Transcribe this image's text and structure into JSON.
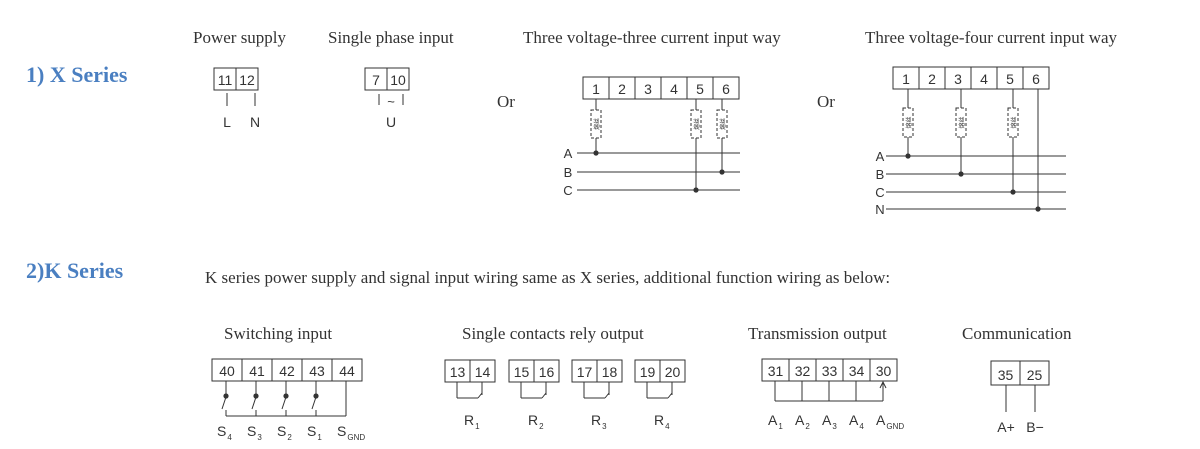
{
  "x_series": {
    "heading": "1) X Series",
    "or_1": "Or",
    "or_2": "Or",
    "power_supply": {
      "caption": "Power supply",
      "terminals": [
        "11",
        "12"
      ],
      "labels": [
        "L",
        "N"
      ]
    },
    "single_phase": {
      "caption": "Single phase input",
      "terminals": [
        "7",
        "10"
      ],
      "symbol": "~",
      "label": "U"
    },
    "three_v_three_c": {
      "caption": "Three voltage-three current input way",
      "terminals": [
        "1",
        "2",
        "3",
        "4",
        "5",
        "6"
      ],
      "lines": [
        "A",
        "B",
        "C"
      ],
      "fuse_label": "熔丝"
    },
    "three_v_four_c": {
      "caption": "Three voltage-four current input way",
      "terminals": [
        "1",
        "2",
        "3",
        "4",
        "5",
        "6"
      ],
      "lines": [
        "A",
        "B",
        "C",
        "N"
      ],
      "fuse_label": "熔丝"
    }
  },
  "k_series": {
    "heading": "2)K Series",
    "description": "K series power supply and signal input wiring same as X series, additional function wiring as below:",
    "switching_input": {
      "caption": "Switching input",
      "terminals": [
        "40",
        "41",
        "42",
        "43",
        "44"
      ],
      "labels": [
        [
          "S",
          "4"
        ],
        [
          "S",
          "3"
        ],
        [
          "S",
          "2"
        ],
        [
          "S",
          "1"
        ],
        [
          "S",
          "GND"
        ]
      ]
    },
    "relay_output": {
      "caption": "Single contacts rely output",
      "terminals": [
        [
          "13",
          "14"
        ],
        [
          "15",
          "16"
        ],
        [
          "17",
          "18"
        ],
        [
          "19",
          "20"
        ]
      ],
      "labels": [
        [
          "R",
          "1"
        ],
        [
          "R",
          "2"
        ],
        [
          "R",
          "3"
        ],
        [
          "R",
          "4"
        ]
      ]
    },
    "transmission_output": {
      "caption": "Transmission output",
      "terminals": [
        "31",
        "32",
        "33",
        "34",
        "30"
      ],
      "labels": [
        [
          "A",
          "1"
        ],
        [
          "A",
          "2"
        ],
        [
          "A",
          "3"
        ],
        [
          "A",
          "4"
        ],
        [
          "A",
          "GND"
        ]
      ]
    },
    "communication": {
      "caption": "Communication",
      "terminals": [
        "35",
        "25"
      ],
      "labels": [
        "A+",
        "B−"
      ]
    }
  },
  "colors": {
    "heading": "#4a7fc1",
    "line": "#333333"
  }
}
